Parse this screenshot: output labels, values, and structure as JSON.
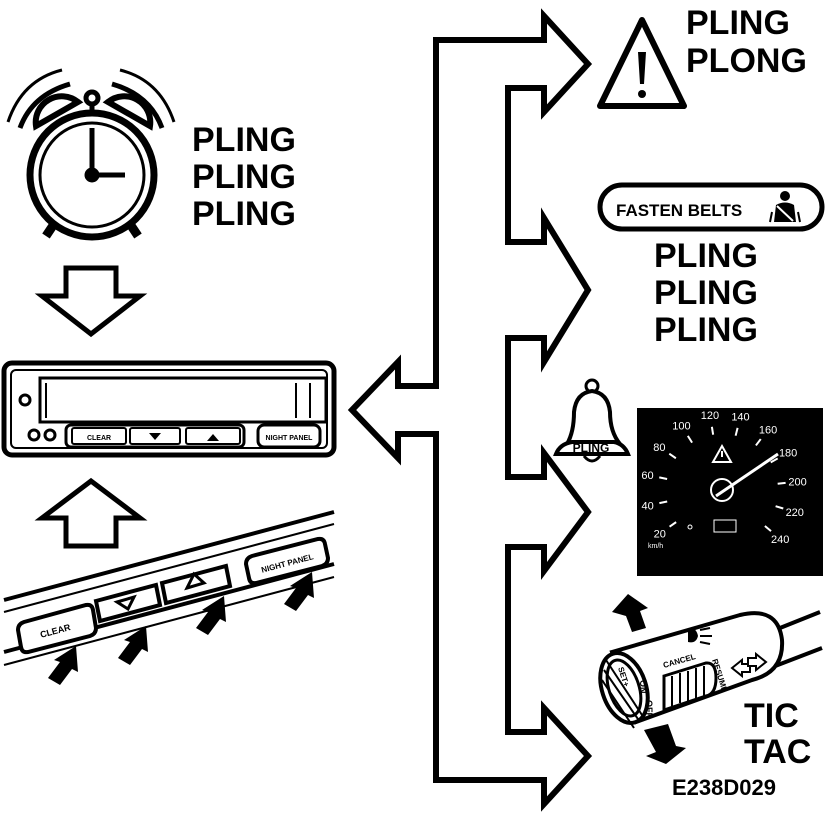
{
  "alarm_sound": [
    "PLING",
    "PLING",
    "PLING"
  ],
  "warning_sound": [
    "PLING",
    "PLONG"
  ],
  "belts_label": "FASTEN BELTS",
  "belts_sound": [
    "PLING",
    "PLING",
    "PLING"
  ],
  "bell_label": "PLING",
  "indicator_sound": [
    "TIC",
    "TAC"
  ],
  "figure_code": "E238D029",
  "panel_buttons": {
    "clear": "CLEAR",
    "night_panel": "NIGHT PANEL"
  },
  "speedometer": {
    "ticks": [
      "20",
      "40",
      "60",
      "80",
      "100",
      "120",
      "140",
      "160",
      "180",
      "200",
      "220",
      "240"
    ],
    "unit": "km/h"
  },
  "stalk_labels": {
    "set": "SET+",
    "on": "ON",
    "off": "OFF",
    "cancel": "CANCEL",
    "resume": "RESUME"
  }
}
